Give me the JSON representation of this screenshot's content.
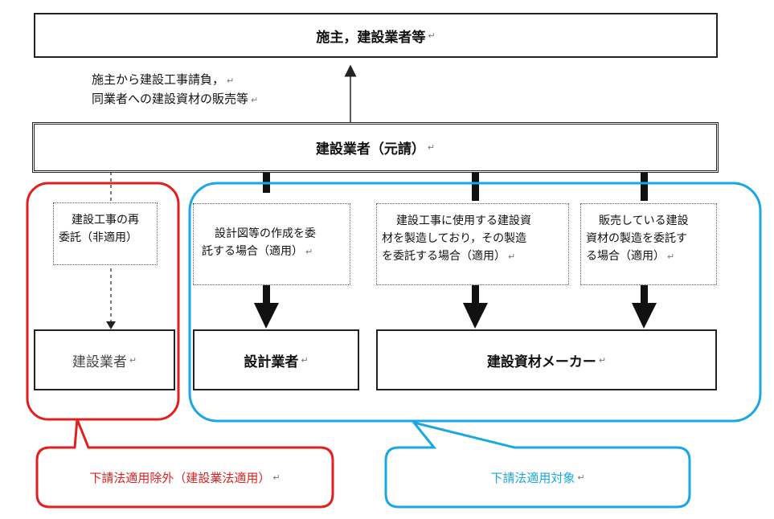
{
  "top_box": {
    "label": "施主，建設業者等"
  },
  "relation_note": {
    "line1": "施主から建設工事請負，",
    "line2": "同業者への建設資材の販売等"
  },
  "prime_box": {
    "label": "建設業者（元請）"
  },
  "notes": {
    "subcontract": {
      "line1": "建設工事の再",
      "line2": "委託（非適用）"
    },
    "design": {
      "line1": "設計図等の作成を委",
      "line2": "託する場合（適用）"
    },
    "manufacture": {
      "line1": "建設工事に使用する建設資",
      "line2": "材を製造しており，その製造",
      "line3": "を委託する場合（適用）"
    },
    "sales": {
      "line1": "販売している建設",
      "line2": "資材の製造を委託す",
      "line3": "る場合（適用）"
    }
  },
  "bottom_boxes": {
    "contractor": "建設業者",
    "designer": "設計業者",
    "maker": "建設資材メーカー"
  },
  "callouts": {
    "excluded": "下請法適用除外（建設業法適用）",
    "covered": "下請法適用対象"
  },
  "paragraph_mark": "↵",
  "colors": {
    "red": "#e0201e",
    "blue": "#1aa7e2",
    "line": "#222222"
  }
}
